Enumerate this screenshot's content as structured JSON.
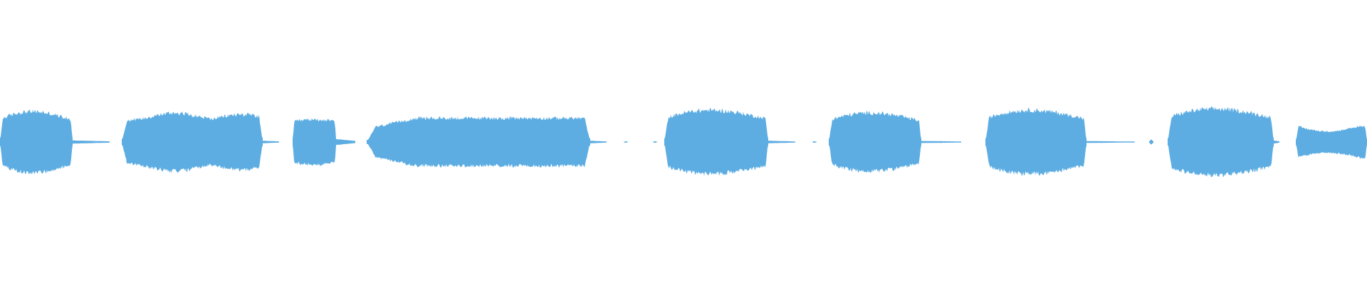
{
  "waveform": {
    "color": "#5dade2",
    "background": "#ffffff",
    "duration_fraction_axis": "0-1",
    "segments": [
      {
        "start": 0.0,
        "end": 0.053,
        "peak": 0.46,
        "shape": "bulge"
      },
      {
        "start": 0.089,
        "end": 0.192,
        "peak": 0.44,
        "shape": "double"
      },
      {
        "start": 0.214,
        "end": 0.246,
        "peak": 0.34,
        "shape": "flat"
      },
      {
        "start": 0.268,
        "end": 0.432,
        "peak": 0.36,
        "shape": "plateau"
      },
      {
        "start": 0.486,
        "end": 0.562,
        "peak": 0.48,
        "shape": "bulge"
      },
      {
        "start": 0.606,
        "end": 0.674,
        "peak": 0.44,
        "shape": "bulge"
      },
      {
        "start": 0.721,
        "end": 0.795,
        "peak": 0.48,
        "shape": "bulge"
      },
      {
        "start": 0.854,
        "end": 0.932,
        "peak": 0.5,
        "shape": "bulge"
      },
      {
        "start": 0.948,
        "end": 1.0,
        "peak": 0.24,
        "shape": "taper"
      }
    ],
    "quiet_gaps": [
      {
        "start": 0.053,
        "end": 0.08,
        "level": 0.02
      },
      {
        "start": 0.192,
        "end": 0.204,
        "level": 0.015
      },
      {
        "start": 0.246,
        "end": 0.26,
        "level": 0.04
      },
      {
        "start": 0.432,
        "end": 0.444,
        "level": 0.015
      },
      {
        "start": 0.562,
        "end": 0.582,
        "level": 0.015
      },
      {
        "start": 0.674,
        "end": 0.703,
        "level": 0.012
      },
      {
        "start": 0.795,
        "end": 0.83,
        "level": 0.01
      },
      {
        "start": 0.932,
        "end": 0.936,
        "level": 0.02
      }
    ],
    "blips": [
      {
        "at": 0.458,
        "level": 0.012
      },
      {
        "at": 0.479,
        "level": 0.012
      },
      {
        "at": 0.596,
        "level": 0.012
      },
      {
        "at": 0.842,
        "level": 0.04
      }
    ]
  }
}
